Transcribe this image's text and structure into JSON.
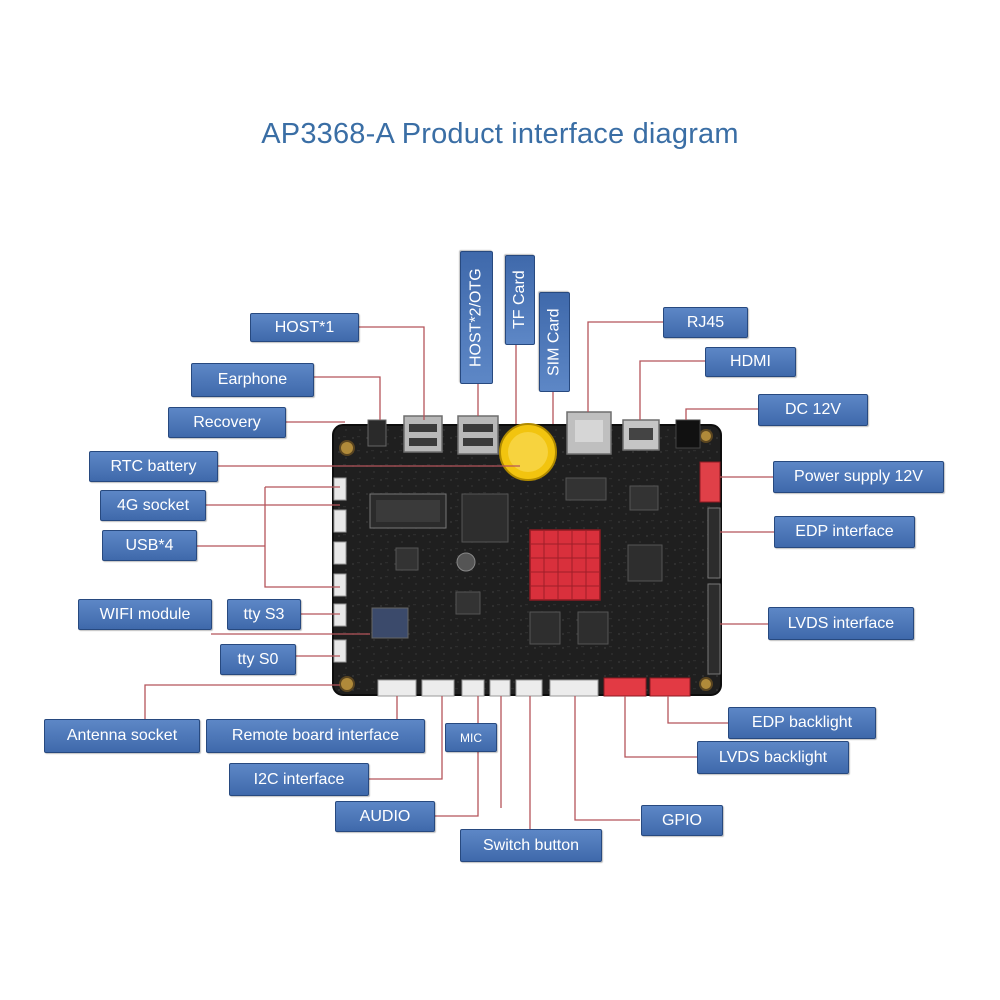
{
  "title": "AP3368-A Product interface diagram",
  "labels": {
    "host1": "HOST*1",
    "earphone": "Earphone",
    "recovery": "Recovery",
    "rtc_battery": "RTC battery",
    "socket_4g": "4G socket",
    "usb4": "USB*4",
    "wifi_module": "WIFI module",
    "tty_s3": "tty S3",
    "tty_s0": "tty S0",
    "antenna_socket": "Antenna socket",
    "remote_board": "Remote board interface",
    "mic": "MIC",
    "i2c": "I2C interface",
    "audio": "AUDIO",
    "switch_button": "Switch button",
    "gpio": "GPIO",
    "lvds_backlight": "LVDS backlight",
    "edp_backlight": "EDP backlight",
    "lvds_interface": "LVDS interface",
    "edp_interface": "EDP  interface",
    "power_supply": "Power supply 12V",
    "dc12v": "DC 12V",
    "hdmi": "HDMI",
    "rj45": "RJ45",
    "host2_otg": "HOST*2/OTG",
    "tf_card": "TF Card",
    "sim_card": "SIM Card"
  },
  "colors": {
    "label_fill": "#4f7abb",
    "label_border": "#27497f",
    "title": "#3a6ea5",
    "leader_line": "#b5545a",
    "board": "#1c1c1c",
    "heatsink": "#d9303c",
    "rtc_battery": "#f2c40f"
  }
}
